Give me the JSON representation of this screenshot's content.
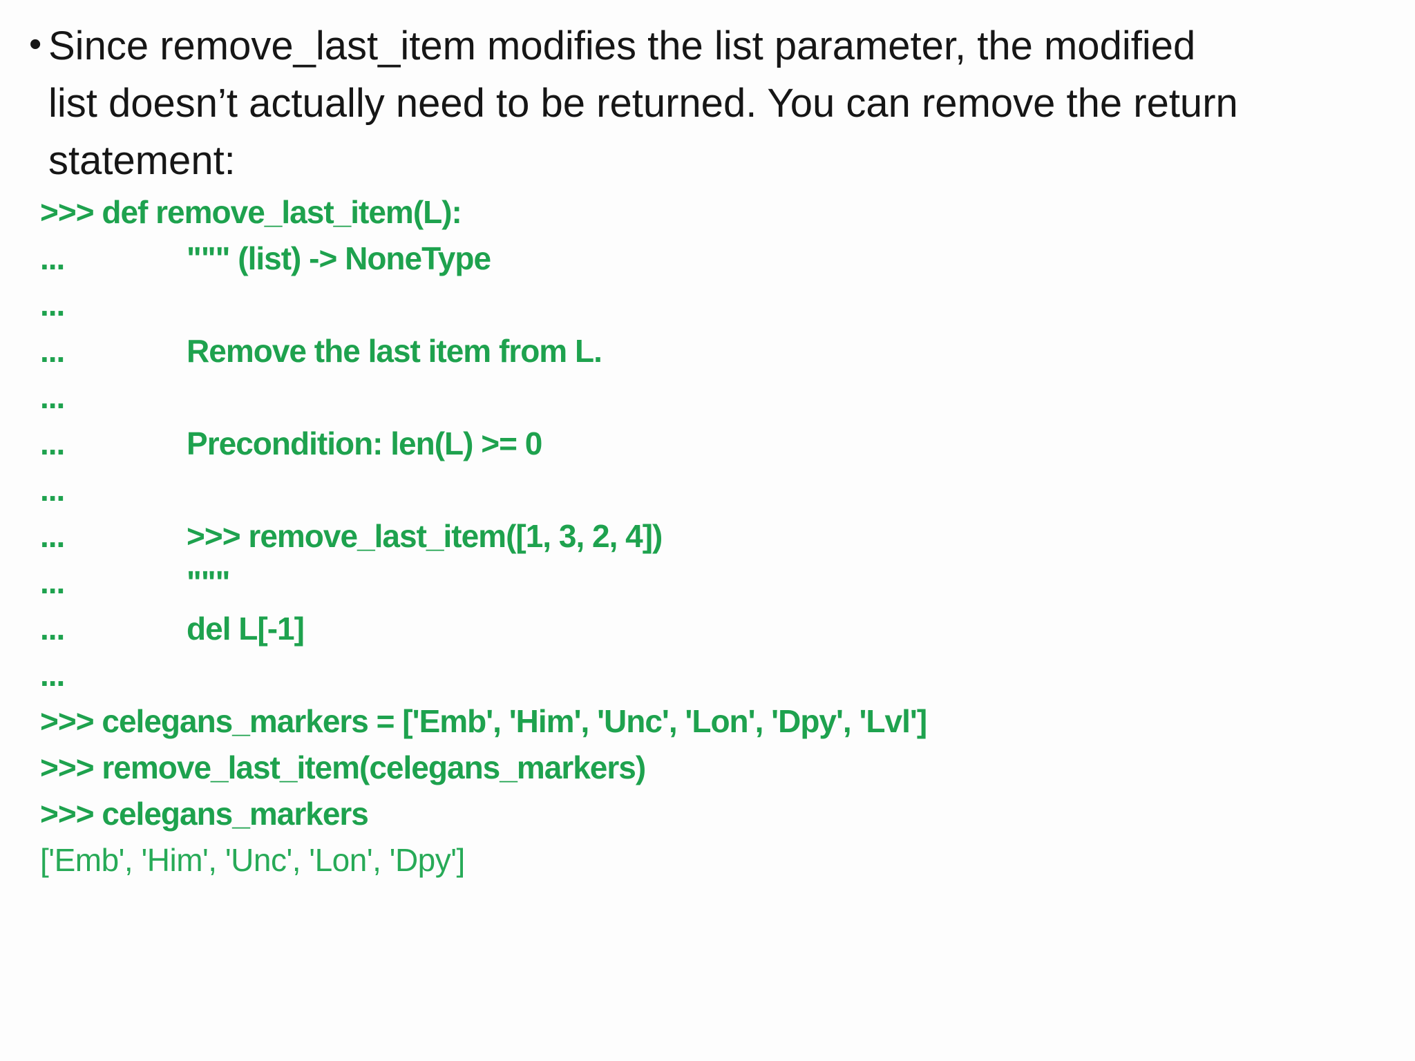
{
  "colors": {
    "code_green": "#1ea24e",
    "code_green_light": "#27aa57",
    "text": "#161616",
    "background": "#fdfdfd"
  },
  "bullet": {
    "marker": "•",
    "line1": "Since remove_last_item modifies the list parameter, the modified",
    "line2": "list doesn’t actually need to be returned. You can remove the return",
    "line3": "statement:"
  },
  "code": {
    "lines": [
      ">>> def remove_last_item(L):",
      "...               \"\"\" (list) -> NoneType",
      "...",
      "...               Remove the last item from L.",
      "...",
      "...               Precondition: len(L) >= 0",
      "...",
      "...               >>> remove_last_item([1, 3, 2, 4])",
      "...               \"\"\"",
      "...               del L[-1]",
      "...",
      ">>> celegans_markers = ['Emb', 'Him', 'Unc', 'Lon', 'Dpy', 'Lvl']",
      ">>> remove_last_item(celegans_markers)",
      ">>> celegans_markers",
      "['Emb', 'Him', 'Unc', 'Lon', 'Dpy']"
    ]
  }
}
